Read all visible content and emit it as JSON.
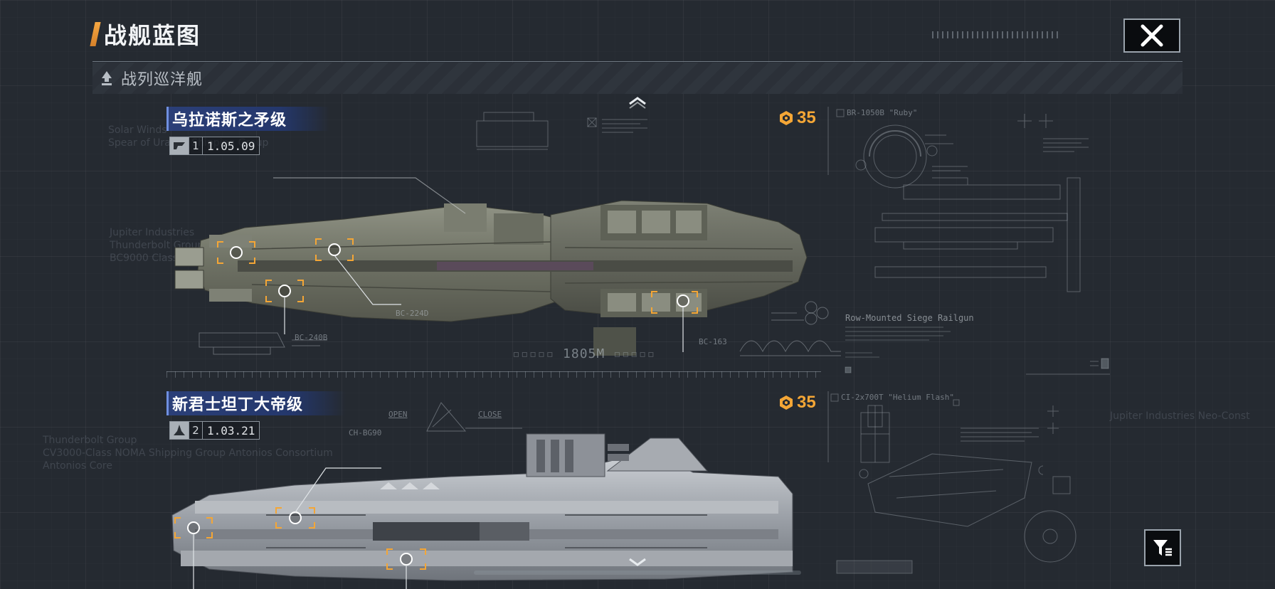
{
  "header": {
    "title": "战舰蓝图"
  },
  "category": {
    "label": "战列巡洋舰"
  },
  "ships": [
    {
      "name": "乌拉诺斯之矛级",
      "tier": "1",
      "version": "1.05.09",
      "cost": "35"
    },
    {
      "name": "新君士坦丁大帝级",
      "tier": "2",
      "version": "1.03.21",
      "cost": "35"
    }
  ],
  "blueprint": {
    "ship1_length": "1805M",
    "ship1_system": "BR-1050B \"Ruby\"",
    "ship1_weapon_title": "Row-Mounted Siege Railgun",
    "ship2_system": "CI-2x700T \"Helium Flash\"",
    "toggle_open": "OPEN",
    "toggle_close": "CLOSE",
    "hardpoint_1": "BC-224D",
    "hardpoint_2": "BC-240B",
    "hardpoint_3": "BC-163",
    "hardpoint_4": "CH-BG90"
  },
  "background_text": {
    "block1": [
      "Solar Winds",
      "Spear of Uranus Shipping Group"
    ],
    "block2": [
      "Jupiter Industries",
      "Thunderbolt Group",
      "BC9000 Class NOMA"
    ],
    "block3": [
      "Thunderbolt Group",
      "CV3000-Class NOMA Shipping Group Antonios Consortium",
      "Antonios Core"
    ],
    "block4": [
      "Jupiter Industries   Neo-Const"
    ]
  },
  "colors": {
    "accent": "#f4a636",
    "name_bar": "#2b3f78",
    "background": "#252a31"
  }
}
